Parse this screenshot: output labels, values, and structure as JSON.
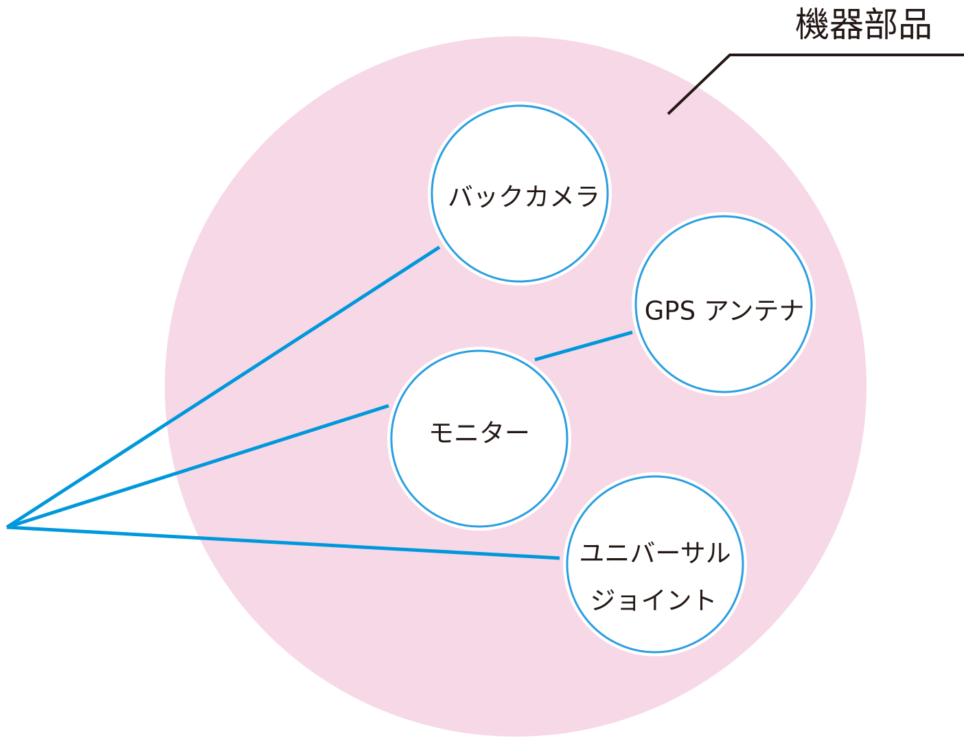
{
  "diagram": {
    "group_title": "機器部品",
    "parts": [
      {
        "id": "back-camera",
        "lines": [
          "バックカメラ"
        ]
      },
      {
        "id": "gps-antenna",
        "lines": [
          "GPS アンテナ"
        ]
      },
      {
        "id": "monitor",
        "lines": [
          "モニター"
        ]
      },
      {
        "id": "universal-joint",
        "lines": [
          "ユニバーサル",
          "ジョイント"
        ]
      }
    ]
  },
  "colors": {
    "group_fill": "#f7d8e6",
    "connector": "#0098dc",
    "node_border": "#2a9ee0",
    "node_fill": "#ffffff",
    "text": "#231815",
    "leader": "#231815"
  }
}
